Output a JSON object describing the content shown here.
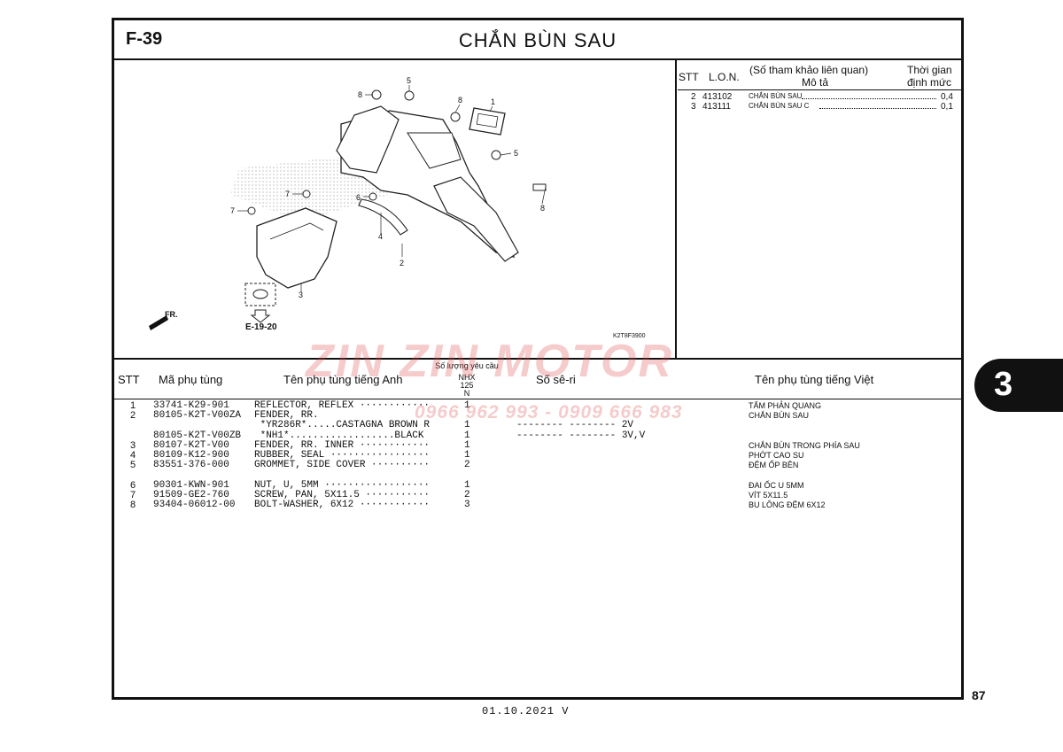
{
  "header": {
    "code": "F-39",
    "title": "CHẮN BÙN SAU"
  },
  "lon_table": {
    "headers": {
      "stt": "STT",
      "lon": "L.O.N.",
      "ref": "(Số tham khảo liên quan)",
      "desc": "Mô tả",
      "time": "Thời gian",
      "time2": "định mức"
    },
    "rows": [
      {
        "stt": "2",
        "lon": "413102",
        "desc": "CHẮN BÙN SAU",
        "time": "0,4"
      },
      {
        "stt": "3",
        "lon": "413111",
        "desc": "CHẮN BÙN SAU C",
        "time": "0,1"
      }
    ]
  },
  "diagram": {
    "code": "K2T8F3900",
    "ref": "E-19-20",
    "direction": "FR.",
    "callouts": [
      "1",
      "2",
      "3",
      "4",
      "5",
      "5",
      "6",
      "7",
      "7",
      "8",
      "8",
      "8"
    ]
  },
  "parts_table": {
    "headers": {
      "stt": "STT",
      "part_no": "Mã phụ tùng",
      "name_en": "Tên phụ tùng tiếng Anh",
      "qty_title": "Số lượng yêu cầu",
      "qty_model": "NHX",
      "qty_model2": "125",
      "qty_model3": "N",
      "serial": "Số sê-ri",
      "name_vn": "Tên phụ tùng tiếng Việt"
    },
    "rows": [
      {
        "stt": "1",
        "part_no": "33741-K29-901",
        "name_en": "REFLECTOR, REFLEX ············",
        "qty": "1",
        "serial": "",
        "name_vn": "TẤM PHẢN QUANG"
      },
      {
        "stt": "2",
        "part_no": "80105-K2T-V00ZA",
        "name_en": "FENDER, RR.",
        "qty": "",
        "serial": "",
        "name_vn": "CHẮN BÙN SAU"
      },
      {
        "stt": "",
        "part_no": "",
        "name_en": " *YR286R*.....CASTAGNA BROWN R",
        "qty": "1",
        "serial": "-------- -------- 2V",
        "name_vn": ""
      },
      {
        "stt": "",
        "part_no": "80105-K2T-V00ZB",
        "name_en": " *NH1*..................BLACK",
        "qty": "1",
        "serial": "-------- -------- 3V,V",
        "name_vn": ""
      },
      {
        "stt": "3",
        "part_no": "80107-K2T-V00",
        "name_en": "FENDER, RR. INNER ············",
        "qty": "1",
        "serial": "",
        "name_vn": "CHẮN BÙN TRONG PHÍA SAU"
      },
      {
        "stt": "4",
        "part_no": "80109-K12-900",
        "name_en": "RUBBER, SEAL ·················",
        "qty": "1",
        "serial": "",
        "name_vn": "PHỚT CAO SU"
      },
      {
        "stt": "5",
        "part_no": "83551-376-000",
        "name_en": "GROMMET, SIDE COVER ··········",
        "qty": "2",
        "serial": "",
        "name_vn": "ĐỆM ỐP BÊN"
      },
      {
        "stt": "6",
        "part_no": "90301-KWN-901",
        "name_en": "NUT, U, 5MM ··················",
        "qty": "1",
        "serial": "",
        "name_vn": "ĐAI ỐC U 5MM"
      },
      {
        "stt": "7",
        "part_no": "91509-GE2-760",
        "name_en": "SCREW, PAN, 5X11.5 ···········",
        "qty": "2",
        "serial": "",
        "name_vn": "VÍT 5X11.5"
      },
      {
        "stt": "8",
        "part_no": "93404-06012-00",
        "name_en": "BOLT-WASHER, 6X12 ············",
        "qty": "3",
        "serial": "",
        "name_vn": "BU LÔNG ĐỆM 6X12"
      }
    ]
  },
  "watermark": {
    "brand": "ZIN ZIN MOTOR",
    "phone": "0966 962 993 - 0909 666 983"
  },
  "section_tab": "3",
  "page_number": "87",
  "footer": "01.10.2021     V"
}
